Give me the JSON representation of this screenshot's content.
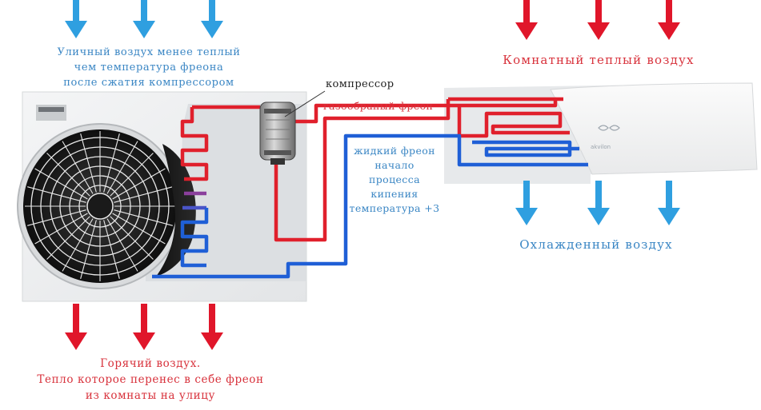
{
  "labels": {
    "outdoor_top": [
      "Уличный воздух менее теплый",
      "чем температура фреона",
      "после сжатия компрессором"
    ],
    "room_warm": "Комнатный теплый воздух",
    "compressor": "компрессор",
    "gas_freon": "газообраный фреон",
    "liquid_freon": [
      "жидкий фреон",
      "начало",
      "процесса",
      "кипения",
      "температура +3"
    ],
    "cooled_air": "Охлажденный воздух",
    "hot_air": [
      "Горячий воздух.",
      "Тепло которое перенес в себе фреон",
      "из комнаты на улицу"
    ],
    "brand": "akvilon"
  },
  "colors": {
    "hot_pipe": "#e0202c",
    "cold_pipe": "#1f5fd6",
    "arrow_red": "#e0162a",
    "arrow_blue": "#2f9fe0",
    "text_blue": "#3a86c4",
    "text_red": "#d8323c"
  },
  "icons": {
    "arrow_down": "arrow-down-icon",
    "fan": "fan-grille-icon",
    "compressor": "compressor-icon"
  }
}
